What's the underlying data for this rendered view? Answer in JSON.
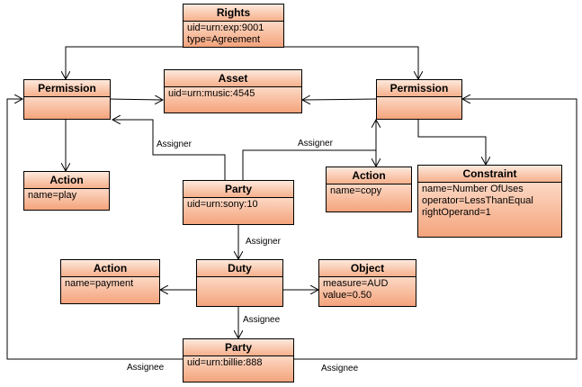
{
  "boxes": {
    "rights": {
      "title": "Rights",
      "attrs": [
        "uid=urn:exp:9001",
        "type=Agreement"
      ]
    },
    "permission_left": {
      "title": "Permission",
      "attrs": []
    },
    "asset": {
      "title": "Asset",
      "attrs": [
        "uid=urn:music:4545"
      ]
    },
    "permission_right": {
      "title": "Permission",
      "attrs": []
    },
    "action_play": {
      "title": "Action",
      "attrs": [
        "name=play"
      ]
    },
    "party_sony": {
      "title": "Party",
      "attrs": [
        "uid=urn:sony:10"
      ]
    },
    "action_copy": {
      "title": "Action",
      "attrs": [
        "name=copy"
      ]
    },
    "constraint": {
      "title": "Constraint",
      "attrs": [
        "name=Number OfUses",
        "operator=LessThanEqual",
        "rightOperand=1"
      ]
    },
    "action_payment": {
      "title": "Action",
      "attrs": [
        "name=payment"
      ]
    },
    "duty": {
      "title": "Duty",
      "attrs": []
    },
    "object": {
      "title": "Object",
      "attrs": [
        "measure=AUD",
        "value=0.50"
      ]
    },
    "party_billie": {
      "title": "Party",
      "attrs": [
        "uid=urn:billie:888"
      ]
    }
  },
  "labels": {
    "assigner_left": "Assigner",
    "assigner_right": "Assigner",
    "assigner_down": "Assigner",
    "assignee_duty": "Assignee",
    "assignee_left": "Assignee",
    "assignee_right": "Assignee"
  }
}
